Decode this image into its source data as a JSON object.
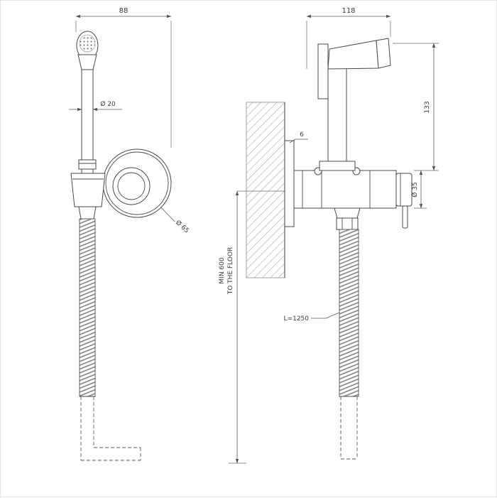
{
  "drawing": {
    "labels": {
      "front_width": "88",
      "side_width": "118",
      "handshower_diameter": "Ø 20",
      "rosette_diameter": "Ø 65",
      "plate_thickness": "6",
      "height": "133",
      "body_diameter": "Ø 35",
      "min_height_line1": "MIN 600",
      "min_height_line2": "TO THE FLOOR",
      "hose_length": "L=1250"
    }
  }
}
